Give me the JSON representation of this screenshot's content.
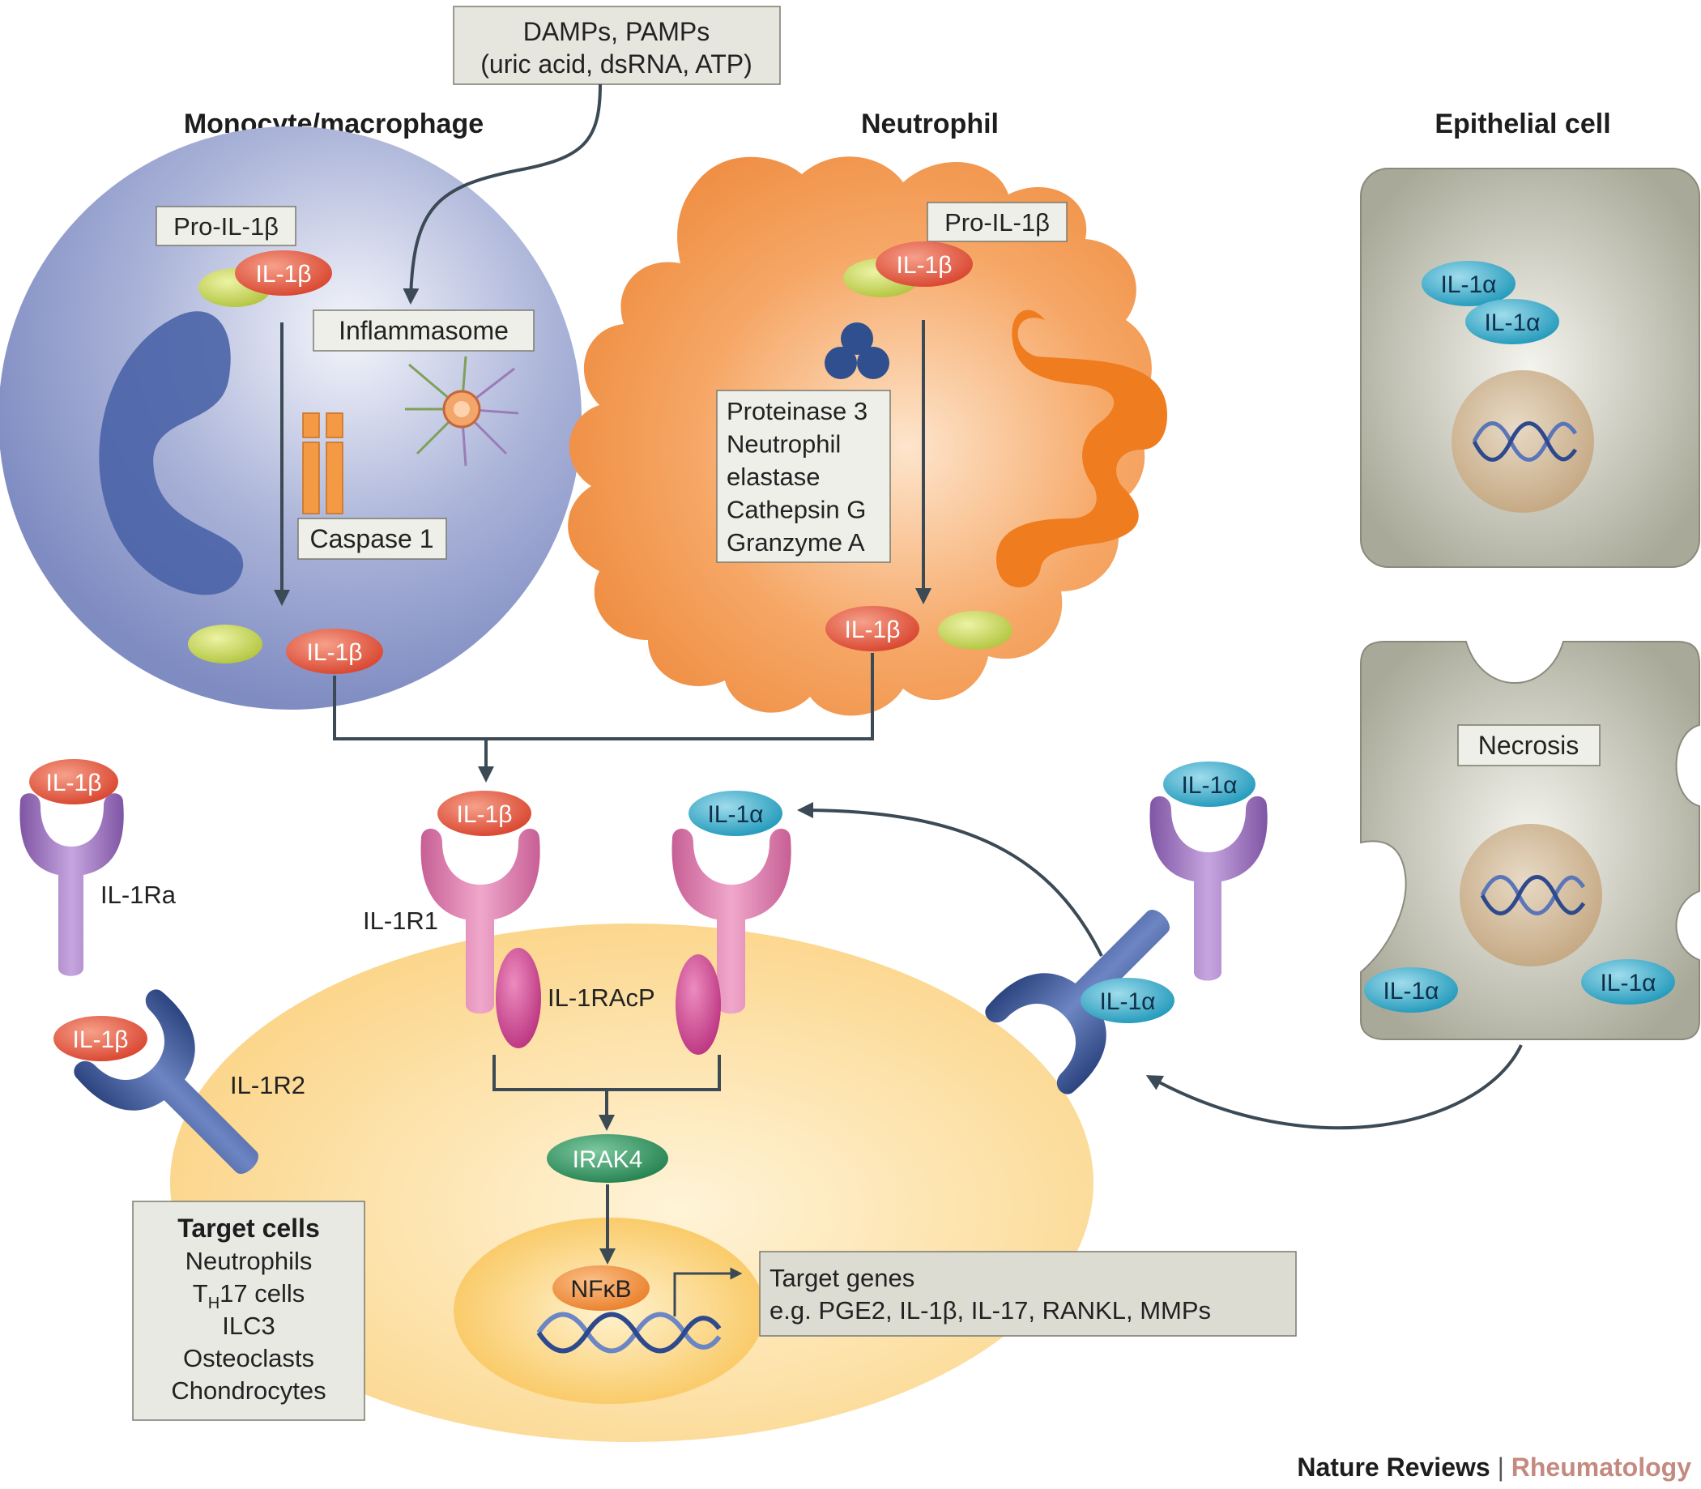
{
  "labels": {
    "damps_line1": "DAMPs, PAMPs",
    "damps_line2": "(uric acid, dsRNA, ATP)",
    "monocyte_title": "Monocyte/macrophage",
    "neutrophil_title": "Neutrophil",
    "epithelial_title": "Epithelial cell",
    "pro_il1b": "Pro-IL-1β",
    "il1b": "IL-1β",
    "il1a": "IL-1α",
    "inflammasome": "Inflammasome",
    "caspase1": "Caspase 1",
    "proteases": [
      "Proteinase 3",
      "Neutrophil",
      "elastase",
      "Cathepsin G",
      "Granzyme A"
    ],
    "necrosis": "Necrosis",
    "il1ra": "IL-1Ra",
    "il1r1": "IL-1R1",
    "il1racp": "IL-1RAcP",
    "il1r2": "IL-1R2",
    "irak4": "IRAK4",
    "nfkb": "NFκB",
    "target_genes_line1": "Target genes",
    "target_genes_line2": "e.g. PGE2, IL-1β, IL-17, RANKL, MMPs",
    "target_cells_title": "Target cells",
    "target_cells_items": [
      "Neutrophils",
      "17 cells",
      "ILC3",
      "Osteoclasts",
      "Chondrocytes"
    ],
    "th_T": "T",
    "th_H": "H",
    "credit_journal": "Nature Reviews",
    "credit_sep": " | ",
    "credit_title": "Rheumatology"
  },
  "colors": {
    "arrow": "#3b4a55",
    "il1b": "#e2553f",
    "il1a": "#2fa9c8",
    "pro_domain": "#c4d44e",
    "receptor_pink": "#d776a8",
    "racp": "#c9408a",
    "receptor_purple": "#9a6fba",
    "receptor_blue": "#3d5996",
    "irak4": "#2e8a58",
    "nfkb": "#ef8d3a",
    "credit_accent": "#c48a80"
  }
}
